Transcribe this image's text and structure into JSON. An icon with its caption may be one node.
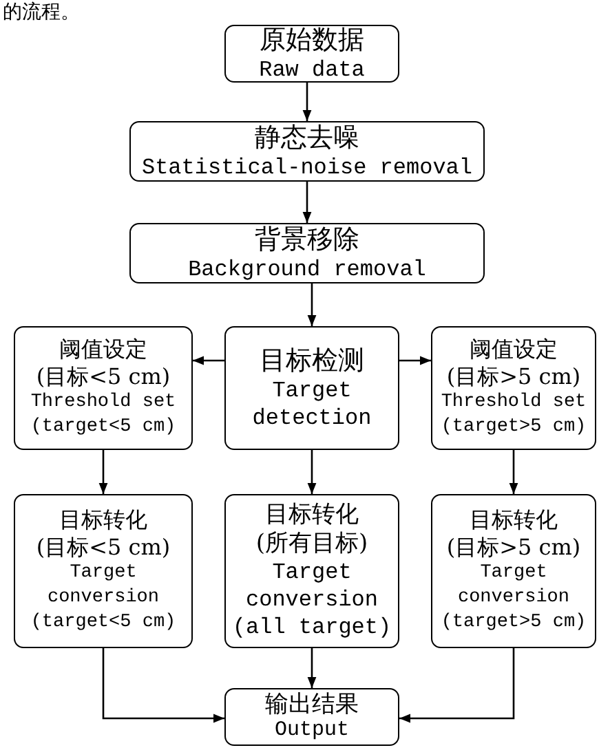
{
  "diagram": {
    "nodes": [
      {
        "text": [
          "原始数据",
          "Raw data"
        ]
      },
      {
        "text": [
          "静态去噪",
          "Statistical-noise removal"
        ]
      },
      {
        "text": [
          "背景移除",
          "Background removal"
        ]
      },
      {
        "text": [
          "阈值设定 (目标<5 cm)",
          "Threshold set (target<5 cm)"
        ]
      },
      {
        "text": [
          "目标检测",
          "Target detection"
        ]
      },
      {
        "text": [
          "阈值设定 (目标>5 cm)",
          "Threshold set (target>5 cm)"
        ]
      },
      {
        "text": [
          "目标转化 (目标<5 cm)",
          "Target conversion (target<5 cm)"
        ]
      },
      {
        "text": [
          "目标转化 (所有目标)",
          "Target conversion (all target)"
        ]
      },
      {
        "text": [
          "目标转化 (目标>5 cm)",
          "Target conversion (target>5 cm)"
        ]
      },
      {
        "text": [
          "输出结果",
          "Output"
        ]
      }
    ],
    "edges": [
      {
        "from": 0,
        "to": 1,
        "arrow": "to"
      },
      {
        "from": 1,
        "to": 2,
        "arrow": "to"
      },
      {
        "from": 2,
        "to": 4,
        "arrow": "to"
      },
      {
        "from": 4,
        "to": 3,
        "arrow": "to"
      },
      {
        "from": 4,
        "to": 5,
        "arrow": "to"
      },
      {
        "from": 3,
        "to": 6,
        "arrow": "to"
      },
      {
        "from": 4,
        "to": 7,
        "arrow": "to"
      },
      {
        "from": 5,
        "to": 8,
        "arrow": "to"
      },
      {
        "from": 6,
        "to": 9,
        "arrow": "to"
      },
      {
        "from": 7,
        "to": 9,
        "arrow": "to"
      },
      {
        "from": 8,
        "to": 9,
        "arrow": "to"
      }
    ],
    "labels": [
      "的流程。"
    ]
  }
}
